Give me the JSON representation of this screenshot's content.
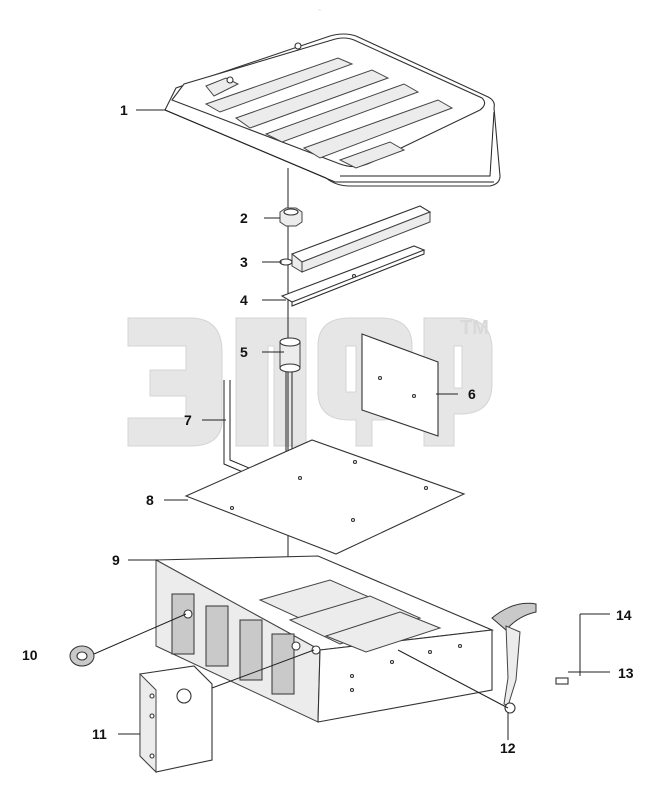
{
  "callouts": {
    "p1": "1",
    "p2": "2",
    "p3": "3",
    "p4": "4",
    "p5": "5",
    "p6": "6",
    "p7": "7",
    "p8": "8",
    "p9": "9",
    "p10": "10",
    "p11": "11",
    "p12": "12",
    "p13": "13",
    "p14": "14"
  },
  "watermark": {
    "trademark": "TM",
    "color": "#e3e3e3"
  },
  "colors": {
    "line": "#222222",
    "fill_light": "#ececec",
    "fill_dark": "#c9c9c9"
  }
}
